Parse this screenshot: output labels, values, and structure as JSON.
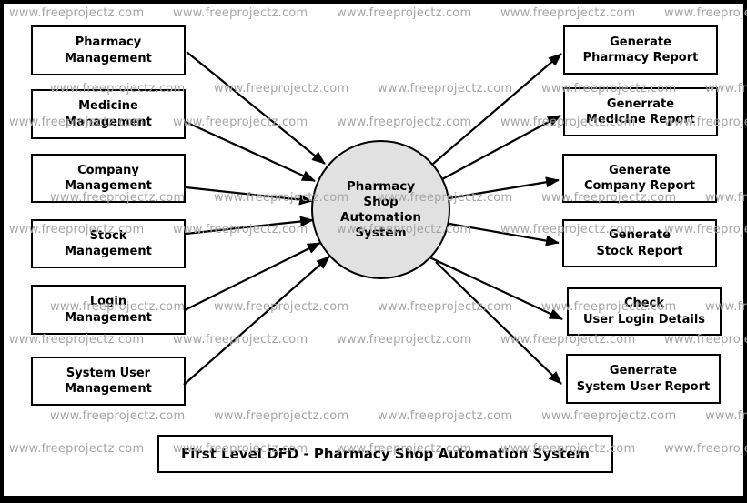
{
  "title": {
    "text": "First Level DFD - Pharmacy Shop Automation System"
  },
  "watermark": {
    "text": "www.freeprojectz.com"
  },
  "process": {
    "name": "Pharmacy Shop Automation System",
    "lines": [
      "Pharmacy",
      "Shop",
      "Automation",
      "System"
    ]
  },
  "left_entities": [
    {
      "id": "pharmacy-management",
      "lines": [
        "Pharmacy",
        "Management"
      ]
    },
    {
      "id": "medicine-management",
      "lines": [
        "Medicine",
        "Management"
      ]
    },
    {
      "id": "company-management",
      "lines": [
        "Company",
        "Management"
      ]
    },
    {
      "id": "stock-management",
      "lines": [
        "Stock",
        "Management"
      ]
    },
    {
      "id": "login-management",
      "lines": [
        "Login",
        "Management"
      ]
    },
    {
      "id": "system-user-management",
      "lines": [
        "System User",
        "Management"
      ]
    }
  ],
  "right_entities": [
    {
      "id": "generate-pharmacy-report",
      "lines": [
        "Generate",
        "Pharmacy Report"
      ]
    },
    {
      "id": "generrate-medicine-report",
      "lines": [
        "Generrate",
        "Medicine Report"
      ]
    },
    {
      "id": "generate-company-report",
      "lines": [
        "Generate",
        "Company Report"
      ]
    },
    {
      "id": "generate-stock-report",
      "lines": [
        "Generate",
        "Stock Report"
      ]
    },
    {
      "id": "check-user-login-details",
      "lines": [
        "Check",
        "User Login Details"
      ]
    },
    {
      "id": "generrate-system-user-report",
      "lines": [
        "Generrate",
        "System User Report"
      ]
    }
  ],
  "colors": {
    "background": "#ffffff",
    "line": "#000000",
    "text": "#000000",
    "process_fill": "#e1e1e1",
    "watermark": "#a5a5a5"
  }
}
